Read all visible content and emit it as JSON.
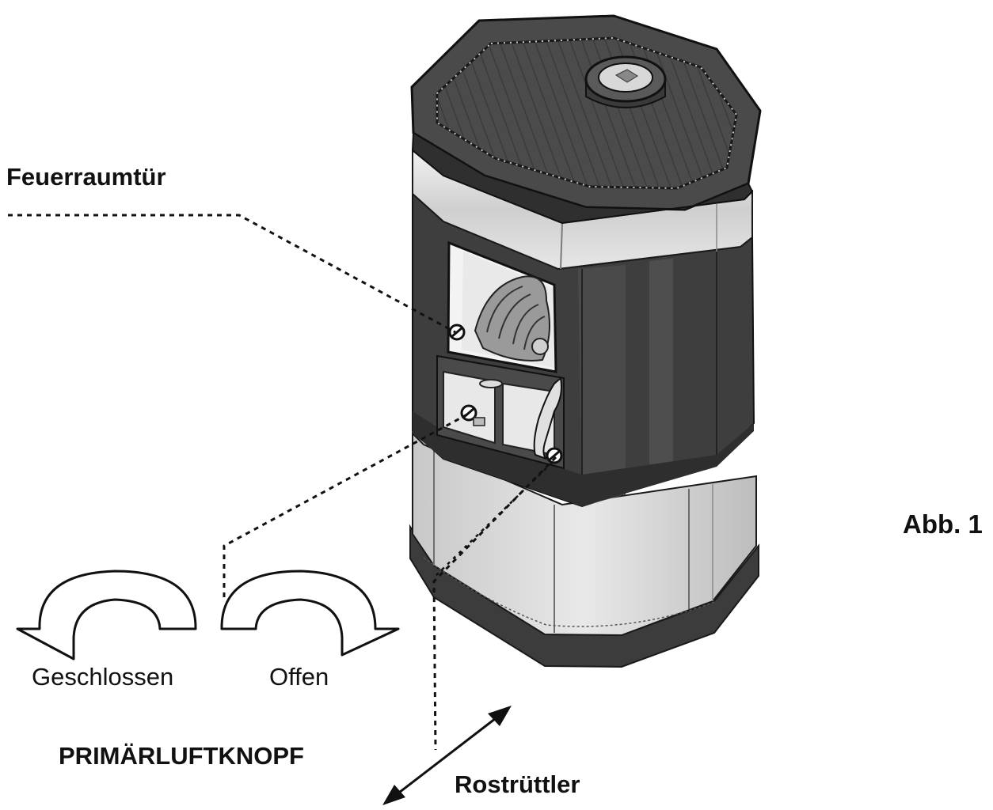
{
  "labels": {
    "door": "Feuerraumtür",
    "closed": "Geschlossen",
    "open": "Offen",
    "primary_air_knob": "PRIMÄRLUFTKNOPF",
    "grate_shaker": "Rostrüttler",
    "figure": "Abb. 1"
  },
  "colors": {
    "stove_dark": "#3a3a3a",
    "stove_top": "#4a4a4a",
    "trim_light": "#d9d9d9",
    "ink": "#111111"
  },
  "icons": {
    "rotate_left": "curved-arrow-left-icon",
    "rotate_right": "curved-arrow-right-icon",
    "double_arrow": "double-headed-arrow-icon"
  }
}
